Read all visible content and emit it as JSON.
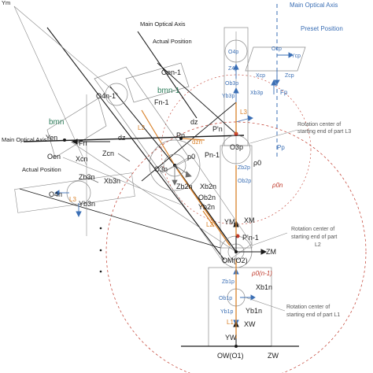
{
  "labels": {
    "main_optical_axis_top_right": "Main Optical Axis",
    "preset_position": "Preset Position",
    "main_optical_axis_top": "Main Optical Axis",
    "actual_position_top": "Actual Position",
    "main_optical_axis_left": "Main Optical Axis",
    "actual_position_left": "Actual Position",
    "rot_center_l3": "Rotation center of starting end of part L3",
    "rot_center_l2": "Rotation center of starting end of part L2",
    "rot_center_l1": "Rotation center of starting end of part L1",
    "oen1": "Oen-1",
    "o4n1": "O4n-1",
    "bmn1": "bmn-1",
    "fn1": "Fn-1",
    "dz_top": "dz",
    "pn_prime": "P'n",
    "pn": "Pn",
    "dzn": "dzn",
    "pn1": "Pn-1",
    "rho0_top": "ρ0",
    "bmn": "bmn",
    "yen": "Yen",
    "fn": "Fn",
    "dz_left": "dz",
    "zcn": "Zcn",
    "xcn": "Xcn",
    "oen": "Oen",
    "l2": "L2",
    "o3n": "O3n",
    "zb2n": "Zb2n",
    "o4n": "O4n",
    "zb3n": "Zb3n",
    "xb3n": "Xb3n",
    "yb3n": "Yb3n",
    "l3": "L3",
    "xb2n": "Xb2n",
    "ob2n": "Ob2n",
    "yb2n": "Yb2n",
    "l2_lower": "L2",
    "ym": "YM",
    "xm": "XM",
    "pn1_prime": "P'n-1",
    "zm": "ZM",
    "om": "OM(O2)",
    "rho0_n1": "ρ0(n-1)",
    "zb1p": "Zb1p",
    "xb1n": "Xb1n",
    "ob1p": "Ob1p",
    "yb1p": "Yb1p",
    "yb1n": "Yb1n",
    "l1": "L1",
    "xw": "XW",
    "yw": "YW",
    "ow": "OW(O1)",
    "zw": "ZW",
    "o4p": "O4p",
    "ocp": "Ocp",
    "ycp": "Ycp",
    "z4p": "Z4p",
    "xcp": "Xcp",
    "zcp": "Zcp",
    "ob3p": "Ob3p",
    "yb3p": "Yb3p",
    "xb3p": "Xb3p",
    "fp": "Fp",
    "l3_right": "L3",
    "o3p": "O3p",
    "zb2p": "Zb2p",
    "ob2p": "Ob2p",
    "pp": "Pp",
    "rho0_right": "ρ0",
    "rho0n": "ρ0n",
    "ym_corner": "Ym"
  },
  "colors": {
    "line": "#1a1a1a",
    "gray": "#8a8a8a",
    "blue": "#3b6fb5",
    "orange": "#d9822b",
    "red": "#c0392b",
    "green": "#2e7d5b"
  }
}
